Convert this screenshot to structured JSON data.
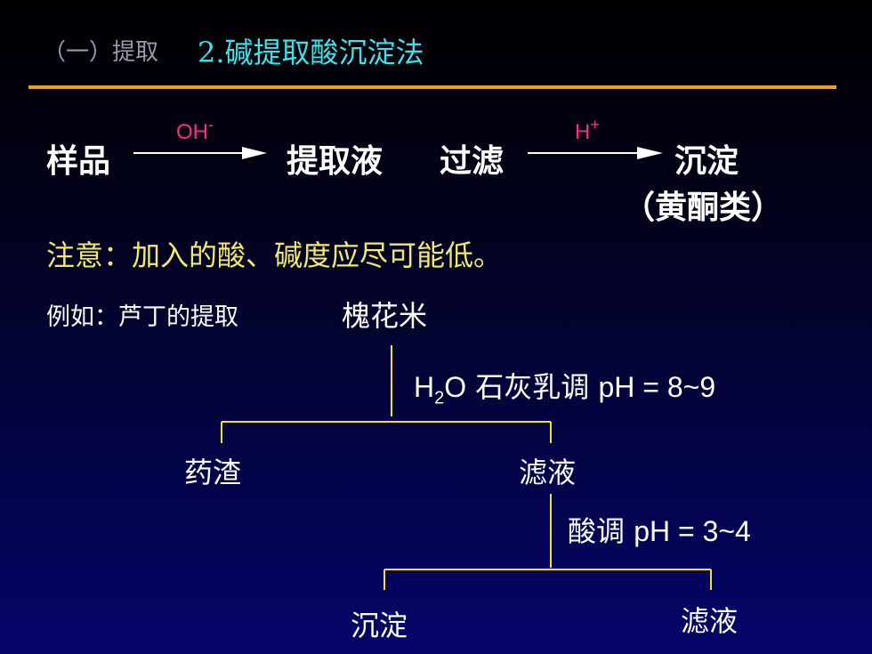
{
  "header": {
    "section_prefix": "（一）提取",
    "title": "2.碱提取酸沉淀法"
  },
  "scheme": {
    "sample": "样品",
    "reagent_1_base": "OH",
    "reagent_1_sup": "-",
    "extract": "提取液",
    "filter": "过滤",
    "reagent_2_base": "H",
    "reagent_2_sup": "+",
    "precipitate": "沉淀",
    "precipitate_note": "（黄酮类）"
  },
  "note": "注意：加入的酸、碱度应尽可能低。",
  "example": {
    "label": "例如：芦丁的提取",
    "raw_material": "槐花米",
    "step1_h": "H",
    "step1_sub": "2",
    "step1_o": "O",
    "step1_reagent": "石灰乳调",
    "step1_ph": "pH = 8~9",
    "node_residue": "药渣",
    "node_filtrate_1": "滤液",
    "step2_reagent": "酸调",
    "step2_ph": "pH = 3~4",
    "node_precipitate": "沉淀",
    "node_filtrate_2": "滤液"
  },
  "colors": {
    "title": "#3fe0e8",
    "rule": "#f0a020",
    "note": "#f2e86a",
    "reagent": "#ff2a8a",
    "tree_lines": "#f0e030"
  }
}
